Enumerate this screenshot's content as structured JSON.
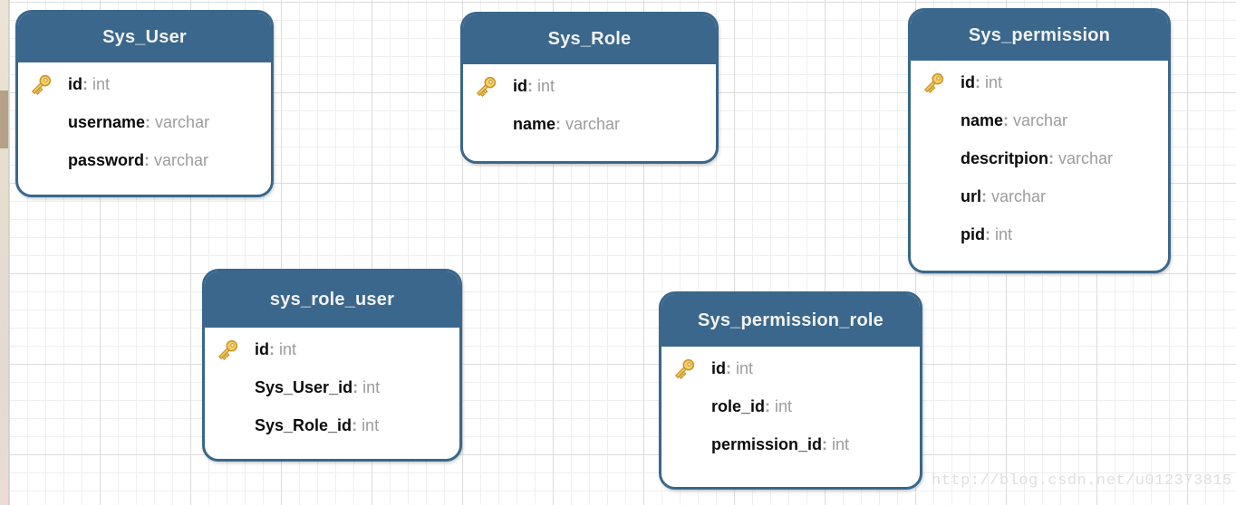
{
  "watermark": "http://blog.csdn.net/u012373815",
  "field_separator": ":",
  "tables": [
    {
      "title": "Sys_User",
      "fields": [
        {
          "name": "id",
          "type": "int",
          "primary_key": true
        },
        {
          "name": "username",
          "type": "varchar",
          "primary_key": false
        },
        {
          "name": "password",
          "type": "varchar",
          "primary_key": false
        }
      ]
    },
    {
      "title": "Sys_Role",
      "fields": [
        {
          "name": "id",
          "type": "int",
          "primary_key": true
        },
        {
          "name": "name",
          "type": "varchar",
          "primary_key": false
        }
      ]
    },
    {
      "title": "Sys_permission",
      "fields": [
        {
          "name": "id",
          "type": "int",
          "primary_key": true
        },
        {
          "name": "name",
          "type": "varchar",
          "primary_key": false
        },
        {
          "name": "descritpion",
          "type": "varchar",
          "primary_key": false
        },
        {
          "name": "url",
          "type": "varchar",
          "primary_key": false
        },
        {
          "name": "pid",
          "type": "int",
          "primary_key": false
        }
      ]
    },
    {
      "title": "sys_role_user",
      "fields": [
        {
          "name": "id",
          "type": "int",
          "primary_key": true
        },
        {
          "name": "Sys_User_id",
          "type": "int",
          "primary_key": false
        },
        {
          "name": "Sys_Role_id",
          "type": "int",
          "primary_key": false
        }
      ]
    },
    {
      "title": "Sys_permission_role",
      "fields": [
        {
          "name": "id",
          "type": "int",
          "primary_key": true
        },
        {
          "name": "role_id",
          "type": "int",
          "primary_key": false
        },
        {
          "name": "permission_id",
          "type": "int",
          "primary_key": false
        }
      ]
    }
  ],
  "colors": {
    "table_header": "#3a678b",
    "table_border": "#3a678b",
    "field_type_text": "#9c9c9c",
    "key_icon_fill": "#f5cd55",
    "key_icon_stroke": "#c9942f",
    "grid_minor": "#efefef",
    "grid_major": "#dcdcdc",
    "scrollbar_track": "#e7dfd2",
    "scrollbar_thumb": "#b4a187",
    "watermark_text": "#e1dfdb"
  }
}
